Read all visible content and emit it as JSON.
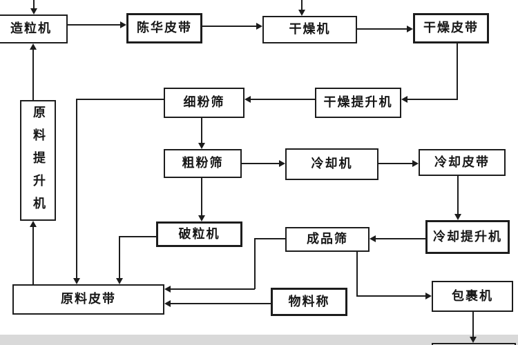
{
  "colors": {
    "line": "#1c1c1c",
    "background": "#ffffff",
    "bottom_strip": "#d9d9d9"
  },
  "nodes": [
    {
      "label": "造粒机"
    },
    {
      "label": "陈华皮带"
    },
    {
      "label": "干燥机"
    },
    {
      "label": "干燥皮带"
    },
    {
      "label": "干燥提升机"
    },
    {
      "label": "细粉筛"
    },
    {
      "label": "粗粉筛"
    },
    {
      "label": "冷却机"
    },
    {
      "label": "冷却皮带"
    },
    {
      "label": "冷却提升机"
    },
    {
      "label": "成品筛"
    },
    {
      "label": "破粒机"
    },
    {
      "label": "原料提升机"
    },
    {
      "label": "原料皮带"
    },
    {
      "label": "物料称"
    },
    {
      "label": "包裹机"
    },
    {
      "label": ""
    }
  ],
  "edges": [
    {
      "from": "offscreen-top",
      "to": "造粒机"
    },
    {
      "from": "造粒机",
      "to": "陈华皮带"
    },
    {
      "from": "陈华皮带",
      "to": "干燥机"
    },
    {
      "from": "offscreen-top",
      "to": "干燥机"
    },
    {
      "from": "干燥机",
      "to": "干燥皮带"
    },
    {
      "from": "干燥皮带",
      "to": "干燥提升机"
    },
    {
      "from": "干燥提升机",
      "to": "细粉筛"
    },
    {
      "from": "细粉筛",
      "to": "粗粉筛"
    },
    {
      "from": "细粉筛",
      "to": "原料皮带"
    },
    {
      "from": "粗粉筛",
      "to": "冷却机"
    },
    {
      "from": "粗粉筛",
      "to": "破粒机"
    },
    {
      "from": "冷却机",
      "to": "冷却皮带"
    },
    {
      "from": "冷却皮带",
      "to": "冷却提升机"
    },
    {
      "from": "冷却提升机",
      "to": "成品筛"
    },
    {
      "from": "成品筛",
      "to": "原料皮带"
    },
    {
      "from": "成品筛",
      "to": "包裹机"
    },
    {
      "from": "破粒机",
      "to": "原料皮带"
    },
    {
      "from": "物料称",
      "to": "原料皮带"
    },
    {
      "from": "原料皮带",
      "to": "原料提升机"
    },
    {
      "from": "原料提升机",
      "to": "造粒机"
    },
    {
      "from": "包裹机",
      "to": "offscreen-bottom-box"
    }
  ]
}
